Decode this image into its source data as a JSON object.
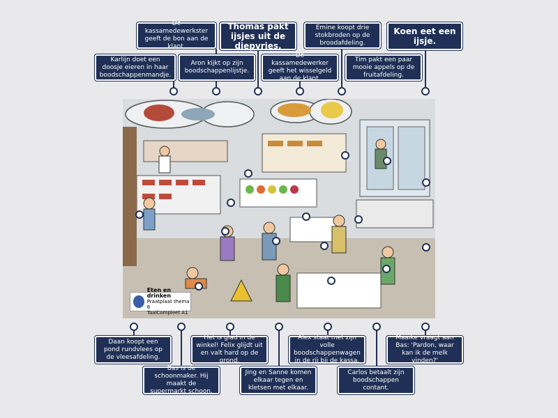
{
  "colors": {
    "label_bg": "#1f2f55",
    "accent": "#ffffff"
  },
  "labels_top": [
    {
      "id": "karlijn",
      "text": "Karlijn doet een doosje eieren in haar boodschappenmandje."
    },
    {
      "id": "kassa_bon",
      "text": "De kassamedewerkster geeft de bon aan de klant."
    },
    {
      "id": "aron",
      "text": "Aron kijkt op zijn boodschappenlijstje."
    },
    {
      "id": "thomas",
      "text": "Thomas pakt ijsjes uit de diepvries."
    },
    {
      "id": "kassa_geld",
      "text": "De kassamedewerker geeft het wisselgeld aan de klant."
    },
    {
      "id": "emine",
      "text": "Emine koopt drie stokbroden op de broodafdeling."
    },
    {
      "id": "tim",
      "text": "Tim pakt een paar mooie appels op de fruitafdeling."
    },
    {
      "id": "koen",
      "text": "Koen eet een ijsje."
    }
  ],
  "labels_bottom": [
    {
      "id": "daan",
      "text": "Daan koopt een pond rundvlees op de vleesafdeling."
    },
    {
      "id": "bas",
      "text": "Bas is de schoonmaker. Hij maakt de supermarkt schoon."
    },
    {
      "id": "glad",
      "text": "Het is glad in de winkel! Felix glijdt uit en valt hard op de grond."
    },
    {
      "id": "jing",
      "text": "Jing en Sanne komen elkaar tegen en kletsen met elkaar."
    },
    {
      "id": "alex",
      "text": "Alex staat met zijn volle boodschappenwagen in de rij bij de kassa."
    },
    {
      "id": "carlos",
      "text": "Carlos betaalt zijn boodschappen contant."
    },
    {
      "id": "maaike",
      "text": "Maaike vraagt aan Bas: 'Pardon, waar kan ik de melk vinden?'"
    }
  ],
  "scene": {
    "icon": "supermarket-illustration",
    "logo_title": "Eten en drinken",
    "logo_line1": "Praatplaat thema 6",
    "logo_line2": "TaalCompleet A1"
  }
}
